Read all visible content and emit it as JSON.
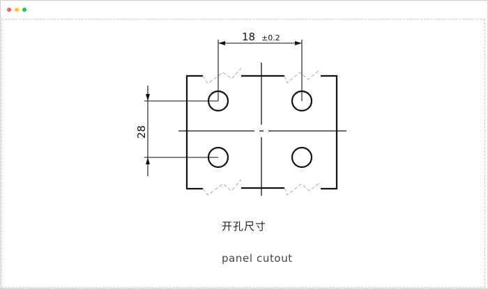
{
  "window": {
    "controls": [
      {
        "name": "close",
        "color": "#ff5f57"
      },
      {
        "name": "minimize",
        "color": "#febc2e"
      },
      {
        "name": "zoom",
        "color": "#28c840"
      }
    ]
  },
  "drawing": {
    "dimension_horizontal": {
      "value": "18",
      "tolerance": "±0.2"
    },
    "dimension_vertical": {
      "value": "28"
    },
    "hole_count": 4
  },
  "captions": {
    "chinese": "开孔尺寸",
    "english": "panel cutout"
  },
  "colors": {
    "line": "#111111",
    "dashed": "#aaaaaa"
  }
}
